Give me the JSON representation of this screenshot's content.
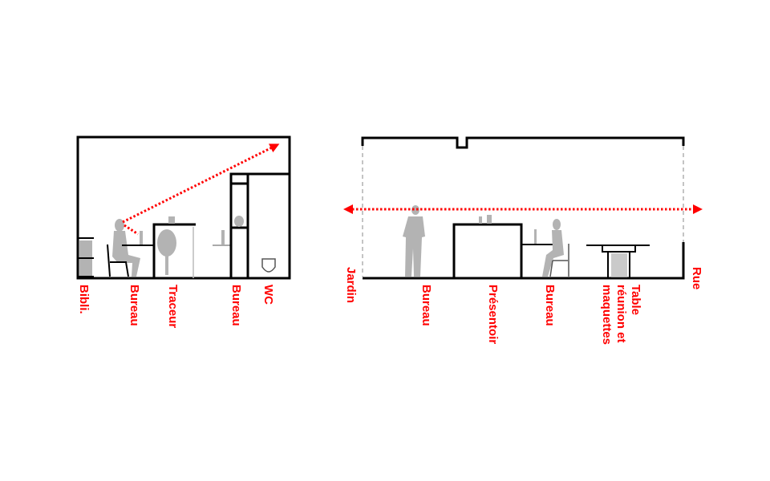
{
  "accent_color": "#ff0000",
  "section_left": {
    "labels": [
      "Bibli.",
      "Bureau",
      "Traceur",
      "Bureau",
      "WC"
    ]
  },
  "section_right": {
    "labels": [
      "Jardin",
      "Bureau",
      "Présentoir",
      "Bureau",
      "Table",
      "réunion et",
      "maquettes",
      "Rue"
    ]
  }
}
